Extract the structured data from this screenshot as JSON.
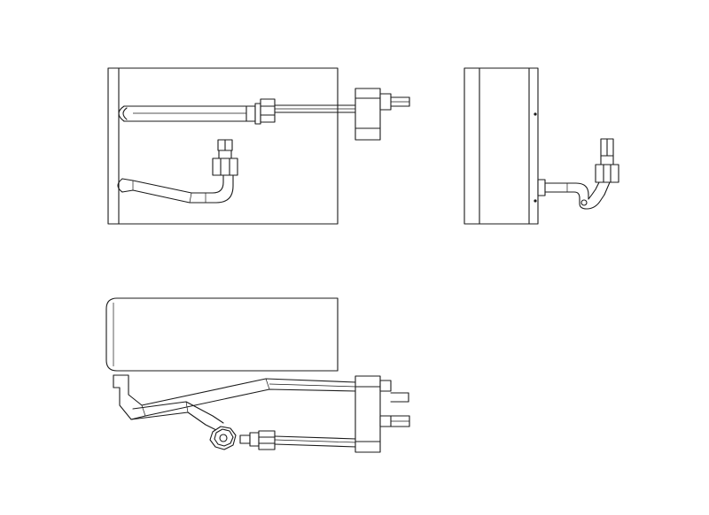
{
  "drawing": {
    "views": [
      {
        "id": "front-view"
      },
      {
        "id": "side-view"
      },
      {
        "id": "top-view"
      }
    ],
    "line_color": "#1a1a1a",
    "background": "#ffffff"
  }
}
